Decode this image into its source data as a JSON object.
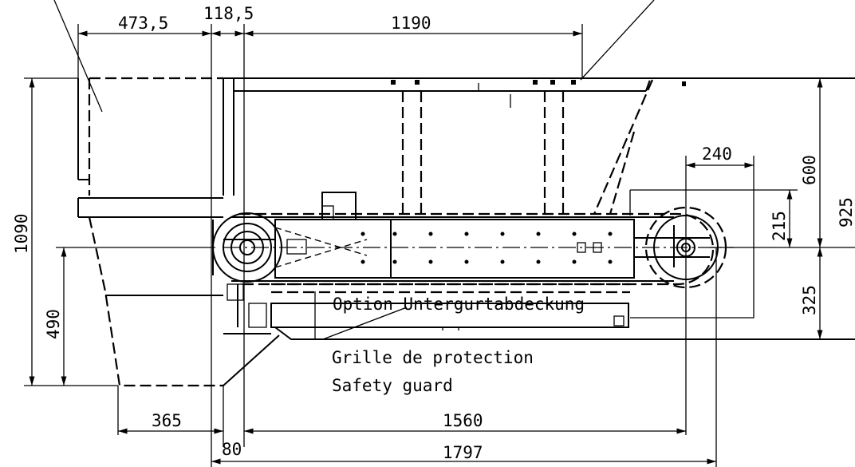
{
  "dimensions": {
    "top_left": "473,5",
    "top_mid": "118,5",
    "top_right": "1190",
    "head_width": "240",
    "right_upper": "600",
    "right_total": "925",
    "right_mid": "215",
    "right_lower": "325",
    "left_height": "1090",
    "left_inner": "490",
    "bottom_left": "365",
    "bottom_mid": "1560",
    "bottom_small": "80",
    "bottom_total": "1797"
  },
  "notes": {
    "option": "Option Untergurtabdeckung",
    "grille": "Grille de protection",
    "safety": "Safety guard"
  }
}
